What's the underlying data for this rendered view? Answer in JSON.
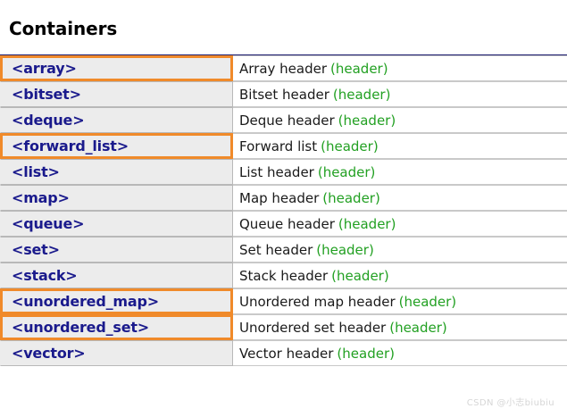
{
  "heading": {
    "title": "Containers"
  },
  "colors": {
    "highlight_border": "#f08a2a",
    "name_text": "#1a1a8c",
    "link_text": "#22a022",
    "name_cell_bg": "#ececec",
    "heading_rule": "#1a1a6e"
  },
  "table": {
    "link_label": "(header)",
    "rows": [
      {
        "name": "<array>",
        "desc": "Array header",
        "link": "(header)",
        "highlighted": true
      },
      {
        "name": "<bitset>",
        "desc": "Bitset header",
        "link": "(header)",
        "highlighted": false
      },
      {
        "name": "<deque>",
        "desc": "Deque header",
        "link": "(header)",
        "highlighted": false
      },
      {
        "name": "<forward_list>",
        "desc": "Forward list",
        "link": "(header)",
        "highlighted": true
      },
      {
        "name": "<list>",
        "desc": "List header",
        "link": "(header)",
        "highlighted": false
      },
      {
        "name": "<map>",
        "desc": "Map header",
        "link": "(header)",
        "highlighted": false
      },
      {
        "name": "<queue>",
        "desc": "Queue header",
        "link": "(header)",
        "highlighted": false
      },
      {
        "name": "<set>",
        "desc": "Set header",
        "link": "(header)",
        "highlighted": false
      },
      {
        "name": "<stack>",
        "desc": "Stack header",
        "link": "(header)",
        "highlighted": false
      },
      {
        "name": "<unordered_map>",
        "desc": "Unordered map header",
        "link": "(header)",
        "highlighted": true
      },
      {
        "name": "<unordered_set>",
        "desc": "Unordered set header",
        "link": "(header)",
        "highlighted": true
      },
      {
        "name": "<vector>",
        "desc": "Vector header",
        "link": "(header)",
        "highlighted": false
      }
    ]
  },
  "watermark": {
    "text": "CSDN @小志biubiu"
  }
}
